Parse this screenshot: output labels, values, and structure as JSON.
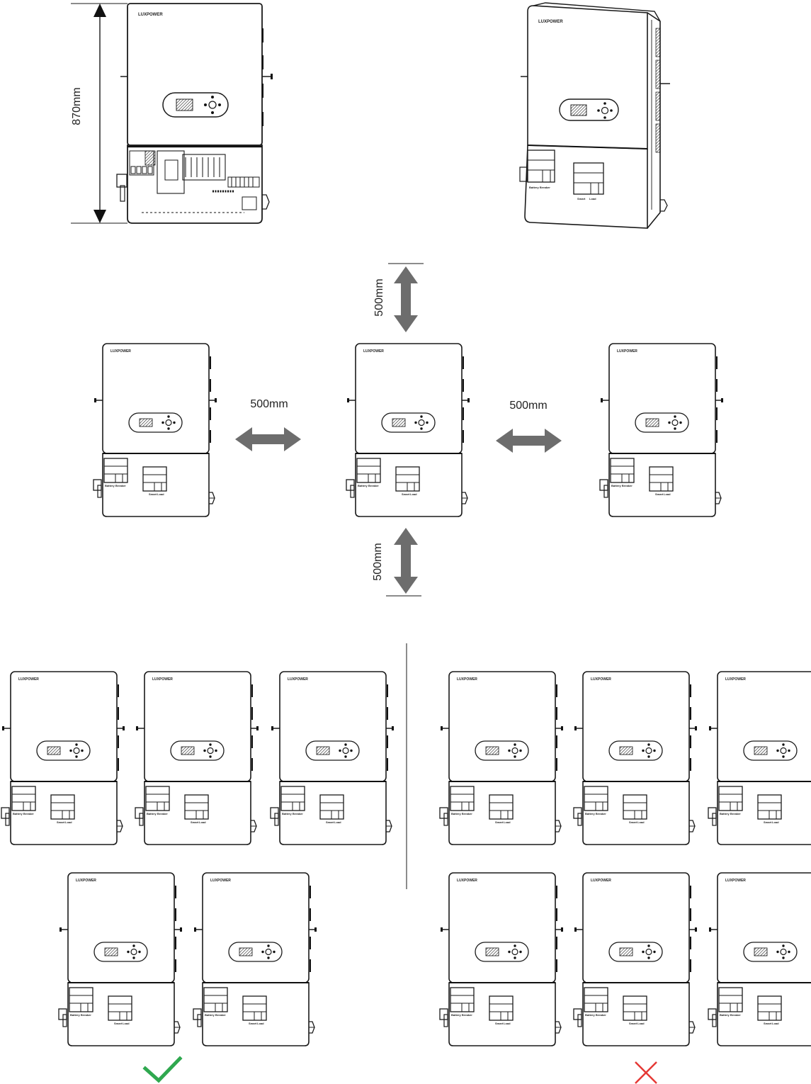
{
  "brand": "LUXPOWER",
  "unit_labels": {
    "breaker_left": "Battery Breaker",
    "breaker_right_1": "Smart",
    "breaker_right_2": "Load",
    "breaker_right_3": "Load"
  },
  "dimensions": {
    "height": "870mm",
    "clearance_top": "500mm",
    "clearance_left": "500mm",
    "clearance_right": "500mm",
    "clearance_bottom": "500mm"
  },
  "status": {
    "correct_icon": "check-mark-icon",
    "correct_color": "#2fa84f",
    "wrong_icon": "cross-mark-icon",
    "wrong_color": "#e53935"
  },
  "colors": {
    "line": "#1a1a1a",
    "arrow": "#6d6d6d"
  }
}
